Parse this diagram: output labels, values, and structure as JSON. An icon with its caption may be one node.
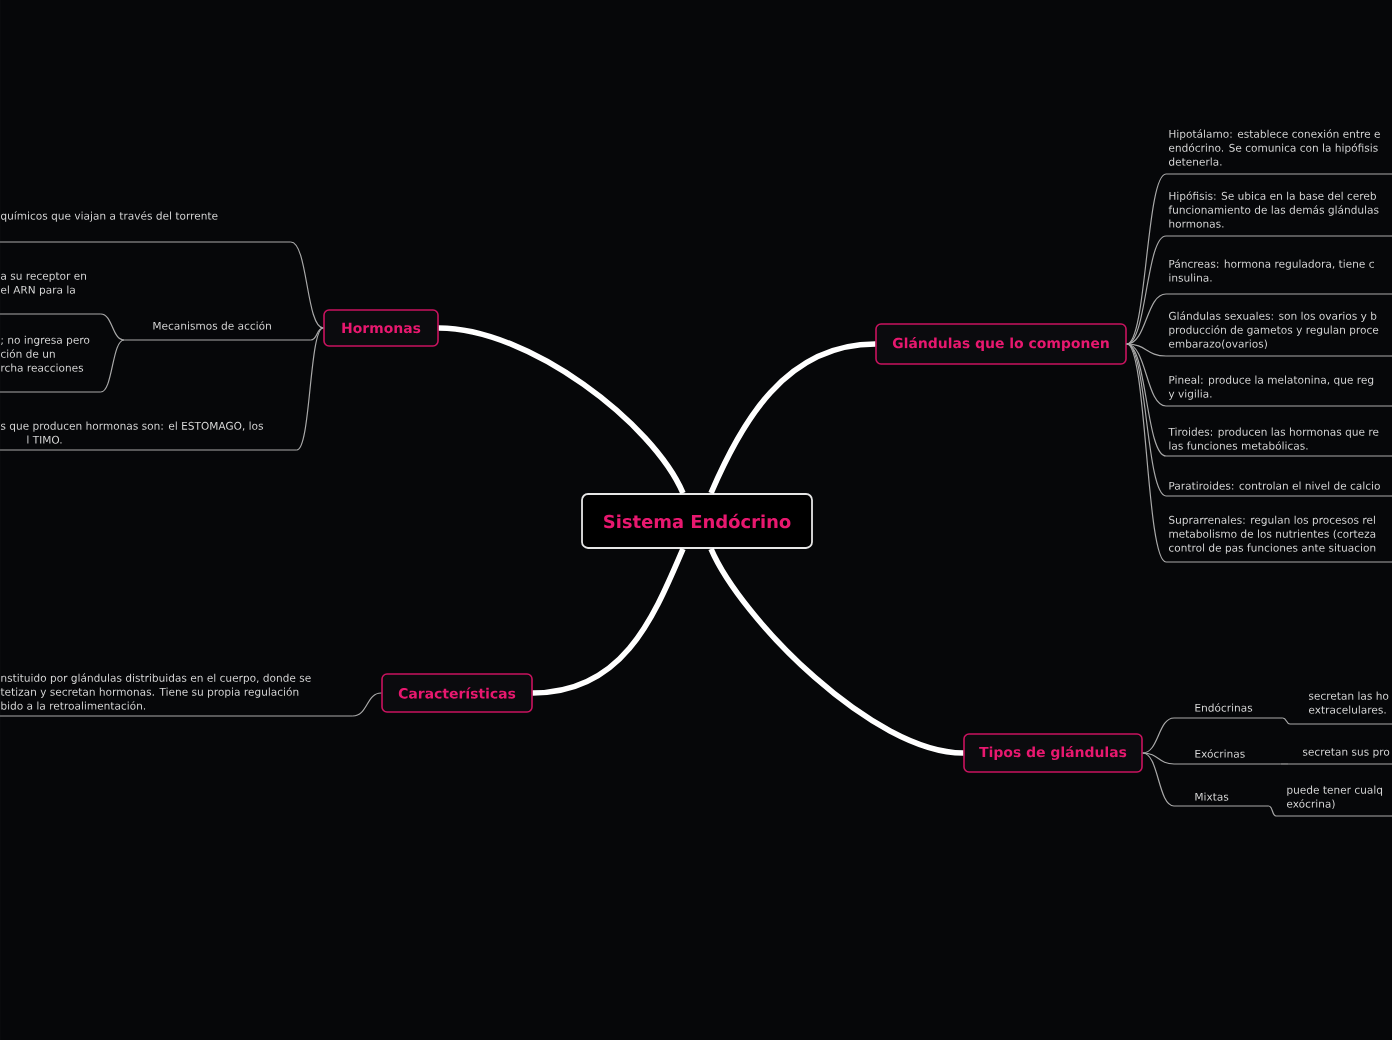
{
  "diagram": {
    "nodes": [
      {
        "text": [
          "Sistema Endócrino"
        ]
      },
      {
        "text": [
          "Hormonas"
        ]
      },
      {
        "text": [
          "químicos que viajan a través del torrente"
        ]
      },
      {
        "text": [
          "Mecanismos de acción"
        ]
      },
      {
        "text": [
          "a su receptor en el ARN para la"
        ]
      },
      {
        "text": [
          "; no ingresa pero ción de un rcha reacciones"
        ]
      },
      {
        "text": [
          "s que producen hormonas son: el ESTOMAGO, los l TIMO."
        ]
      },
      {
        "text": [
          "Características"
        ]
      },
      {
        "text": [
          "nstituido por glándulas distribuidas en el cuerpo, donde se tetizan y secretan hormonas. Tiene su propia regulación bido a la retroalimentación."
        ]
      },
      {
        "text": [
          "Glándulas que lo componen"
        ]
      },
      {
        "text": [
          "Hipotálamo: establece conexión entre e endócrino. Se comunica con la hipófisis detenerla."
        ]
      },
      {
        "text": [
          "Hipófisis: Se ubica en la base del cereb funcionamiento de las demás glándulas hormonas."
        ]
      },
      {
        "text": [
          "Páncreas: hormona reguladora, tiene c insulina."
        ]
      },
      {
        "text": [
          "Glándulas sexuales: son los ovarios y b producción de gametos y regulan proce embarazo(ovarios)"
        ]
      },
      {
        "text": [
          "Pineal: produce la melatonina, que reg y vigilia."
        ]
      },
      {
        "text": [
          "Tiroides: producen las hormonas que re las funciones metabólicas."
        ]
      },
      {
        "text": [
          "Paratiroides: controlan el nivel de calcio"
        ]
      },
      {
        "text": [
          "Suprarrenales: regulan los procesos rel metabolismo de los nutrientes (corteza control de pas funciones ante situacion"
        ]
      },
      {
        "text": [
          "Tipos de glándulas"
        ]
      },
      {
        "text": [
          "Endócrinas"
        ]
      },
      {
        "text": [
          "secretan las ho extracelulares."
        ]
      },
      {
        "text": [
          "Exócrinas"
        ]
      },
      {
        "text": [
          "secretan sus pro"
        ]
      },
      {
        "text": [
          "Mixtas"
        ]
      },
      {
        "text": [
          "puede tener cualq exócrina)"
        ]
      }
    ],
    "edges": [
      {
        "from": 0,
        "to": 1,
        "arrow": "none",
        "style": "thick",
        "color": "#ffffff"
      },
      {
        "from": 1,
        "to": 2,
        "arrow": "none"
      },
      {
        "from": 1,
        "to": 3,
        "arrow": "none"
      },
      {
        "from": 3,
        "to": 4,
        "arrow": "none"
      },
      {
        "from": 3,
        "to": 5,
        "arrow": "none"
      },
      {
        "from": 1,
        "to": 6,
        "arrow": "none"
      },
      {
        "from": 0,
        "to": 7,
        "arrow": "none",
        "style": "thick",
        "color": "#ffffff"
      },
      {
        "from": 7,
        "to": 8,
        "arrow": "none"
      },
      {
        "from": 0,
        "to": 9,
        "arrow": "none",
        "style": "thick",
        "color": "#ffffff"
      },
      {
        "from": 9,
        "to": 10,
        "arrow": "none"
      },
      {
        "from": 9,
        "to": 11,
        "arrow": "none"
      },
      {
        "from": 9,
        "to": 12,
        "arrow": "none"
      },
      {
        "from": 9,
        "to": 13,
        "arrow": "none"
      },
      {
        "from": 9,
        "to": 14,
        "arrow": "none"
      },
      {
        "from": 9,
        "to": 15,
        "arrow": "none"
      },
      {
        "from": 9,
        "to": 16,
        "arrow": "none"
      },
      {
        "from": 9,
        "to": 17,
        "arrow": "none"
      },
      {
        "from": 0,
        "to": 18,
        "arrow": "none",
        "style": "thick",
        "color": "#ffffff"
      },
      {
        "from": 18,
        "to": 19,
        "arrow": "none"
      },
      {
        "from": 19,
        "to": 20,
        "arrow": "none"
      },
      {
        "from": 18,
        "to": 21,
        "arrow": "none"
      },
      {
        "from": 21,
        "to": 22,
        "arrow": "none"
      },
      {
        "from": 18,
        "to": 23,
        "arrow": "none"
      },
      {
        "from": 23,
        "to": 24,
        "arrow": "none"
      }
    ]
  }
}
